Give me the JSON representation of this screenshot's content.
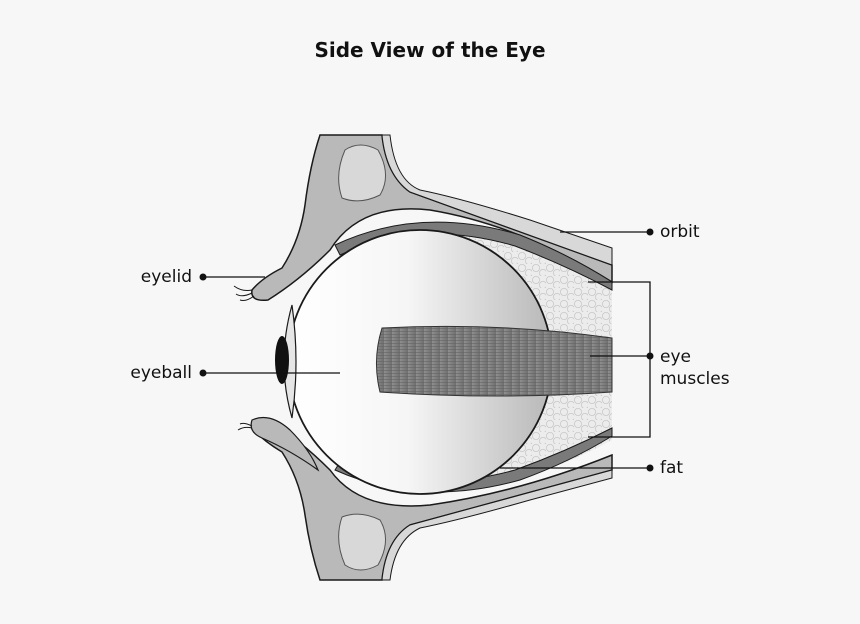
{
  "title": "Side View of the Eye",
  "labels": {
    "orbit": "orbit",
    "eyelid": "eyelid",
    "eyeball": "eyeball",
    "eye_muscles_line1": "eye",
    "eye_muscles_line2": "muscles",
    "fat": "fat"
  },
  "colors": {
    "background": "#f7f7f7",
    "bone_gray": "#b9b9b9",
    "light_gray": "#d8d8d8",
    "dark_band": "#7a7a7a",
    "outline": "#1a1a1a"
  }
}
